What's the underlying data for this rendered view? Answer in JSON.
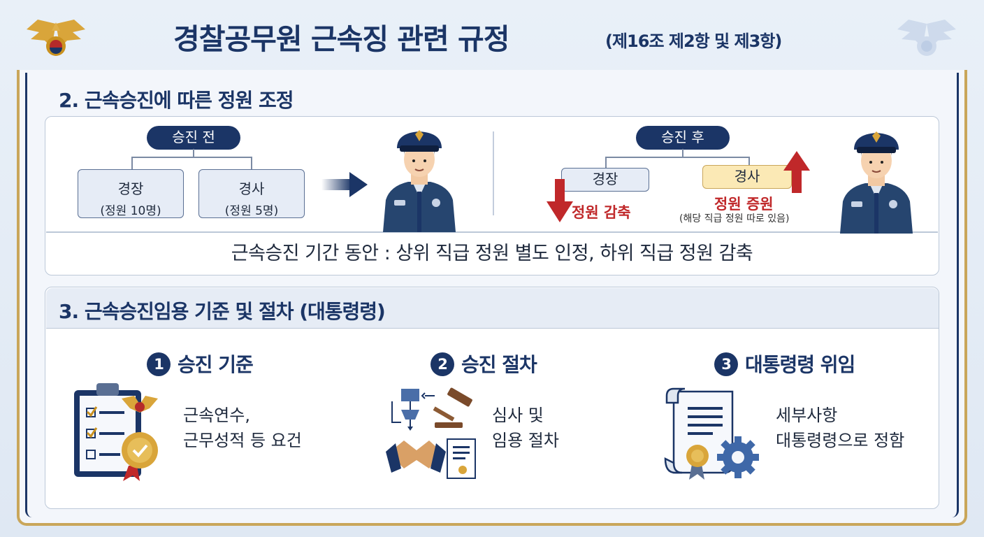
{
  "header": {
    "title": "경찰공무원 근속징 관련 규정",
    "subtitle": "(제16조 제2항 및 제3항)"
  },
  "section2": {
    "heading": "2. 근속승진에 따른 정원 조정",
    "before": {
      "label": "승진 전",
      "boxes": [
        {
          "rank": "경장",
          "quota": "(정원 10명)"
        },
        {
          "rank": "경사",
          "quota": "(정원 5명)"
        }
      ]
    },
    "after": {
      "label": "승진 후",
      "lower_rank": "경장",
      "lower_effect": "정원 감축",
      "upper_rank": "경사",
      "upper_effect": "정원 증원",
      "note": "(해당 직급 정원 따로 있음)"
    },
    "summary": "근속승진 기간 동안 : 상위 직급 정원 별도 인정, 하위 직급 정원 감축"
  },
  "section3": {
    "heading": "3. 근속승진임용 기준 및 절차 (대통령령)",
    "steps": [
      {
        "num": "1",
        "title": "승진 기준",
        "line1": "근속연수,",
        "line2": "근무성적 등 요건"
      },
      {
        "num": "2",
        "title": "승진 절차",
        "line1": "심사 및",
        "line2": "임용 절차"
      },
      {
        "num": "3",
        "title": "대통령령 위임",
        "line1": "세부사항",
        "line2": "대통령령으로 정함"
      }
    ]
  },
  "colors": {
    "navy": "#1b3566",
    "gold": "#c9a65a",
    "red": "#c0282a"
  }
}
